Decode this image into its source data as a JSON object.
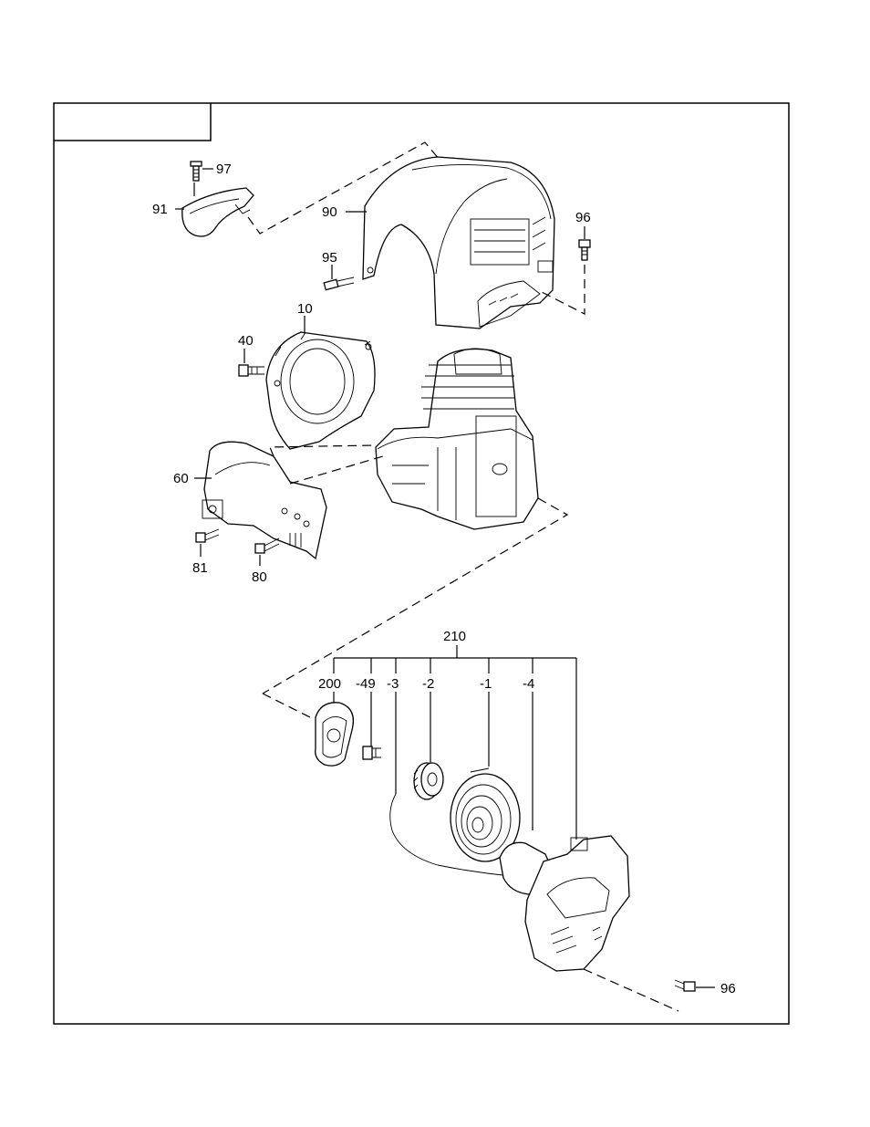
{
  "labels": {
    "p97": "97",
    "p91": "91",
    "p90": "90",
    "p96a": "96",
    "p95": "95",
    "p10": "10",
    "p40": "40",
    "p60": "60",
    "p81": "81",
    "p80": "80",
    "p210": "210",
    "p200": "200",
    "p49": "-49",
    "p3": "-3",
    "p2": "-2",
    "p1": "-1",
    "p4": "-4",
    "p96b": "96"
  }
}
